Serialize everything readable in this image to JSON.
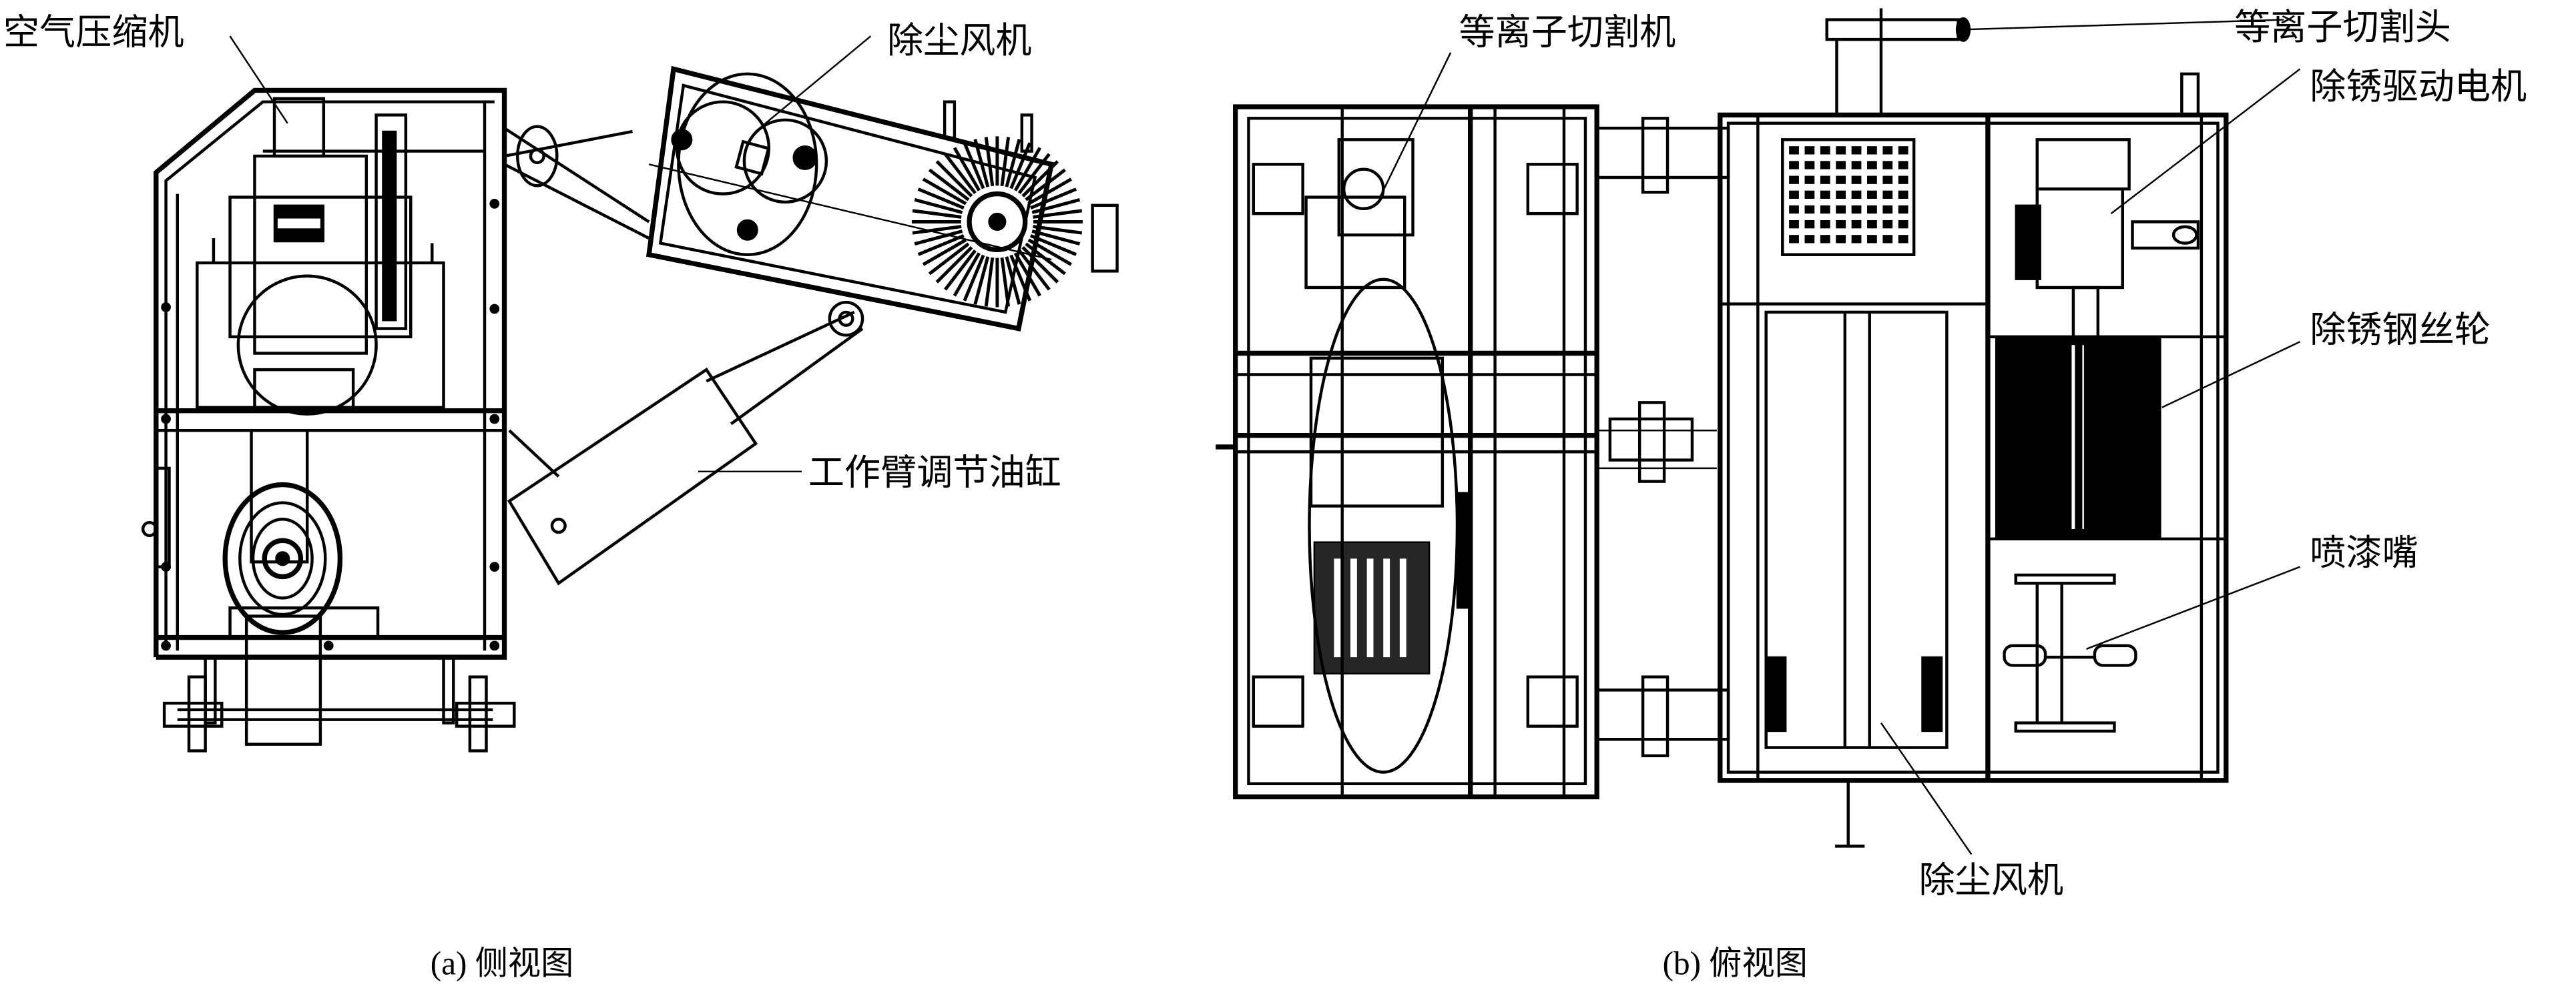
{
  "figure": {
    "panels": [
      {
        "id": "a",
        "caption": "(a) 侧视图",
        "labels": [
          {
            "key": "air_compressor",
            "text": "空气压缩机"
          },
          {
            "key": "dust_fan",
            "text": "除尘风机"
          },
          {
            "key": "arm_cylinder",
            "text": "工作臂调节油缸"
          }
        ]
      },
      {
        "id": "b",
        "caption": "(b) 俯视图",
        "labels": [
          {
            "key": "plasma_cutter",
            "text": "等离子切割机"
          },
          {
            "key": "plasma_head",
            "text": "等离子切割头"
          },
          {
            "key": "derust_motor",
            "text": "除锈驱动电机"
          },
          {
            "key": "wire_wheel",
            "text": "除锈钢丝轮"
          },
          {
            "key": "spray_nozzle",
            "text": "喷漆嘴"
          },
          {
            "key": "dust_fan",
            "text": "除尘风机"
          }
        ]
      }
    ]
  }
}
